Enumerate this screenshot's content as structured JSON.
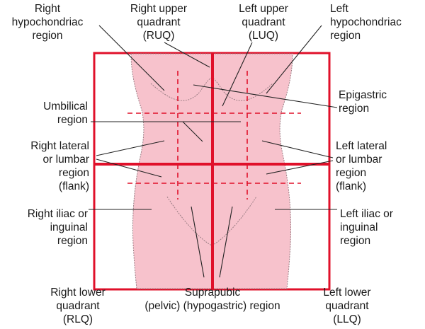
{
  "labels": {
    "right_hypochondriac": "Right\nhypochondriac\nregion",
    "ruq": "Right upper\nquadrant\n(RUQ)",
    "luq": "Left upper\nquadrant\n(LUQ)",
    "left_hypochondriac": "Left\nhypochondriac\nregion",
    "epigastric": "Epigastric\nregion",
    "umbilical": "Umbilical\nregion",
    "right_lumbar": "Right lateral\nor lumbar\nregion\n(flank)",
    "left_lumbar": "Left lateral\nor lumbar\nregion\n(flank)",
    "right_iliac": "Right iliac or\ninguinal\nregion",
    "left_iliac": "Left iliac or\ninguinal\nregion",
    "rlq": "Right lower\nquadrant\n(RLQ)",
    "suprapubic": "Suprapubic\n(pelvic) (hypogastric) region",
    "llq": "Left lower\nquadrant\n(LLQ)"
  },
  "colors": {
    "frame": "#e0102a",
    "body_fill": "#f7c2cc",
    "outline": "#9a7d84",
    "leader": "#222222"
  }
}
